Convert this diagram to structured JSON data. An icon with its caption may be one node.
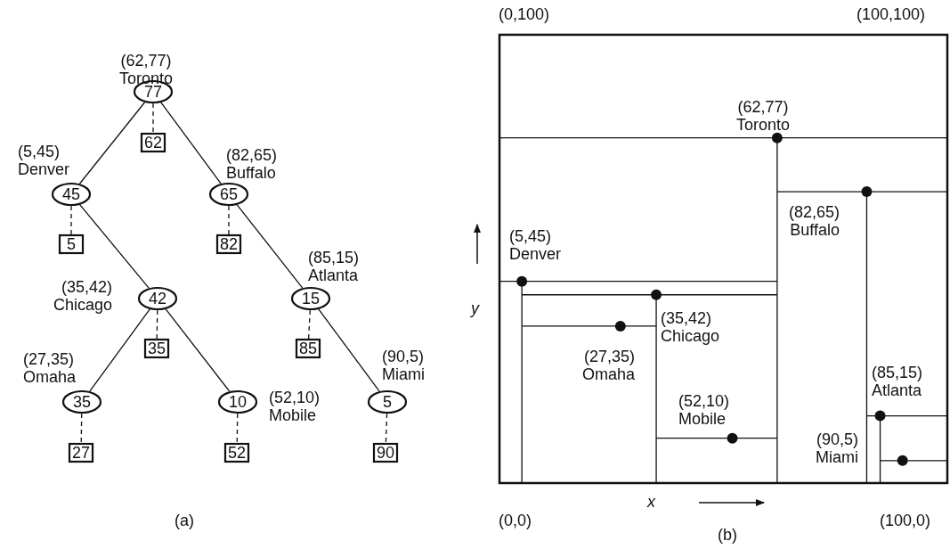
{
  "diagram": {
    "nodes": [
      {
        "text": [
          "77"
        ],
        "beside": [
          "(62,77) Toronto"
        ]
      },
      {
        "text": [
          "62"
        ]
      },
      {
        "text": [
          "45"
        ],
        "beside": [
          "(5,45) Denver"
        ]
      },
      {
        "text": [
          "65"
        ],
        "beside": [
          "(82,65) Buffalo"
        ]
      },
      {
        "text": [
          "5"
        ]
      },
      {
        "text": [
          "82"
        ]
      },
      {
        "text": [
          "15"
        ],
        "beside": [
          "(85,15) Atlanta"
        ]
      },
      {
        "text": [
          "42"
        ],
        "beside": [
          "(35,42) Chicago"
        ]
      },
      {
        "text": [
          "35"
        ]
      },
      {
        "text": [
          "85"
        ]
      },
      {
        "text": [
          "35"
        ],
        "beside": [
          "(27,35) Omaha"
        ]
      },
      {
        "text": [
          "10"
        ],
        "beside": [
          "(52,10) Mobile"
        ]
      },
      {
        "text": [
          "5"
        ],
        "beside": [
          "(90,5) Miami"
        ]
      },
      {
        "text": [
          "27"
        ]
      },
      {
        "text": [
          "52"
        ]
      },
      {
        "text": [
          "90"
        ]
      }
    ],
    "edges": [
      {
        "from": 0,
        "to": 2,
        "arrow": "none"
      },
      {
        "from": 0,
        "to": 1,
        "arrow": "none",
        "style": "dashed"
      },
      {
        "from": 0,
        "to": 3,
        "arrow": "none"
      },
      {
        "from": 2,
        "to": 4,
        "arrow": "none",
        "style": "dashed"
      },
      {
        "from": 2,
        "to": 7,
        "arrow": "none"
      },
      {
        "from": 3,
        "to": 5,
        "arrow": "none",
        "style": "dashed"
      },
      {
        "from": 3,
        "to": 6,
        "arrow": "none"
      },
      {
        "from": 7,
        "to": 8,
        "arrow": "none",
        "style": "dashed"
      },
      {
        "from": 7,
        "to": 10,
        "arrow": "none"
      },
      {
        "from": 7,
        "to": 11,
        "arrow": "none"
      },
      {
        "from": 6,
        "to": 9,
        "arrow": "none",
        "style": "dashed"
      },
      {
        "from": 6,
        "to": 12,
        "arrow": "none"
      },
      {
        "from": 10,
        "to": 13,
        "arrow": "none",
        "style": "dashed"
      },
      {
        "from": 11,
        "to": 14,
        "arrow": "none",
        "style": "dashed"
      },
      {
        "from": 12,
        "to": 15,
        "arrow": "none",
        "style": "dashed"
      }
    ],
    "labels": [
      "(0,100)",
      "(100,100)",
      "(62,77) Toronto",
      "(82,65) Buffalo",
      "(5,45) Denver",
      "y",
      "(35,42) Chicago",
      "(27,35) Omaha",
      "(85,15) Atlanta",
      "(52,10) Mobile",
      "(90,5) Miami",
      "(0,0)",
      "x",
      "(100,0)",
      "(a)",
      "(b)"
    ]
  }
}
